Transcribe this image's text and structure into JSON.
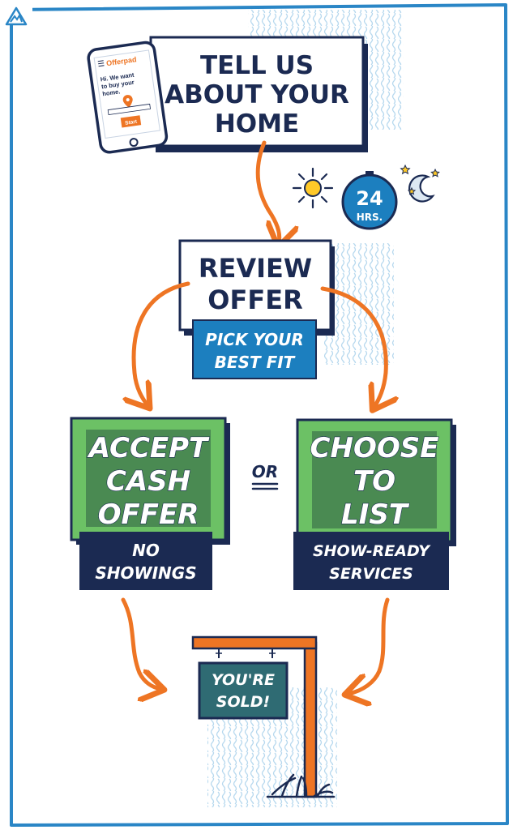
{
  "step1": {
    "line1": "TELL US",
    "line2": "ABOUT YOUR",
    "line3": "HOME"
  },
  "phone": {
    "brand": "Offerpad",
    "line1": "Hi. We want",
    "line2": "to buy your",
    "line3": "home.",
    "button": "Start"
  },
  "timer": {
    "number": "24",
    "unit": "HRS."
  },
  "step2": {
    "line1": "REVIEW",
    "line2": "OFFER"
  },
  "pick": {
    "line1": "PICK YOUR",
    "line2": "BEST FIT"
  },
  "accept": {
    "line1": "ACCEPT",
    "line2": "CASH",
    "line3": "OFFER"
  },
  "accept_sub": {
    "line1": "NO",
    "line2": "SHOWINGS"
  },
  "or_label": "OR",
  "list": {
    "line1": "CHOOSE",
    "line2": "TO",
    "line3": "LIST"
  },
  "list_sub": {
    "line1": "SHOW-READY",
    "line2": "SERVICES"
  },
  "sign": {
    "line1": "YOU'RE",
    "line2": "SOLD!"
  },
  "colors": {
    "navy": "#1b2a52",
    "orange": "#ee7524",
    "green": "#6cc165",
    "dark_green": "#4a8a52",
    "blue": "#1c7fbf",
    "teal": "#2f6b73",
    "border": "#2a86c6"
  }
}
